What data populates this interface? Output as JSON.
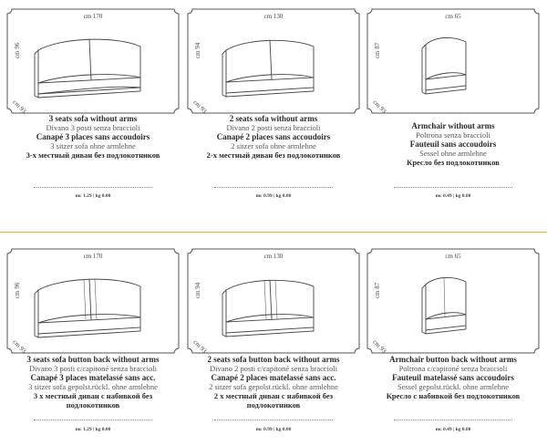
{
  "cards": [
    {
      "dim_w": "cm 170",
      "dim_h": "cm 96",
      "dim_d": "cm 93",
      "name_en": "3 seats sofa without arms",
      "name_it": "Divano 3 posti senza braccioli",
      "name_fr": "Canapé 3 places sans accoudoirs",
      "name_de": "3 sitzer sofa ohne armlehne",
      "name_ru": "3-х местный диван без подлокотников",
      "meta": "mc 1.29  |  kg 0.00"
    },
    {
      "dim_w": "cm 130",
      "dim_h": "cm 94",
      "dim_d": "cm 93",
      "name_en": "2 seats sofa without arms",
      "name_it": "Divano 2 posti senza braccioli",
      "name_fr": "Canapé 2 places sans accoudoirs",
      "name_de": "2 sitzer sofa ohne armlehne",
      "name_ru": "2-х местный диван без подлокотников",
      "meta": "mc 0.99  |  kg 0.00"
    },
    {
      "dim_w": "cm 65",
      "dim_h": "cm 87",
      "dim_d": "cm 93",
      "name_en": "Armchair without arms",
      "name_it": "Poltrona senza braccioli",
      "name_fr": "Fauteuil sans accoudoirs",
      "name_de": "Sessel ohne armlehne",
      "name_ru": "Кресло без подлокотников",
      "meta": "mc 0.49  |  kg 0.00"
    },
    {
      "dim_w": "cm 170",
      "dim_h": "cm 96",
      "dim_d": "cm 93",
      "name_en": "3 seats sofa button back without arms",
      "name_it": "Divano 3 posti c/capitoné senza braccioli",
      "name_fr": "Canapé 3 places matelassé sans acc.",
      "name_de": "3 sitzer sofa gepolst.rückl. ohne armlehne",
      "name_ru": "3 х местный диван с набивкой без подлокотников",
      "meta": "mc 1.29  |  kg 0.00"
    },
    {
      "dim_w": "cm 130",
      "dim_h": "cm 94",
      "dim_d": "cm 93",
      "name_en": "2 seats sofa button back without arms",
      "name_it": "Divano 2 posti c/capitoné senza braccioli",
      "name_fr": "Canapé 2 places matelassé sans acc.",
      "name_de": "2 sitzer sofa gepolst.rückl. ohne armlehne",
      "name_ru": "2 х местный диван с набивкой без подлокотников",
      "meta": "mc 0.99  |  kg 0.00"
    },
    {
      "dim_w": "cm 65",
      "dim_h": "cm 87",
      "dim_d": "cm 93",
      "name_en": "Armchair button back without arms",
      "name_it": "Poltrona c/capitoné senza braccioli",
      "name_fr": "Fauteuil matelassé sans accoudoirs",
      "name_de": "Sessel gepolst.rückl. ohne armlehne",
      "name_ru": "Кресло с набивкой без подлокотников",
      "meta": "mc 0.49  |  kg 0.00"
    }
  ]
}
